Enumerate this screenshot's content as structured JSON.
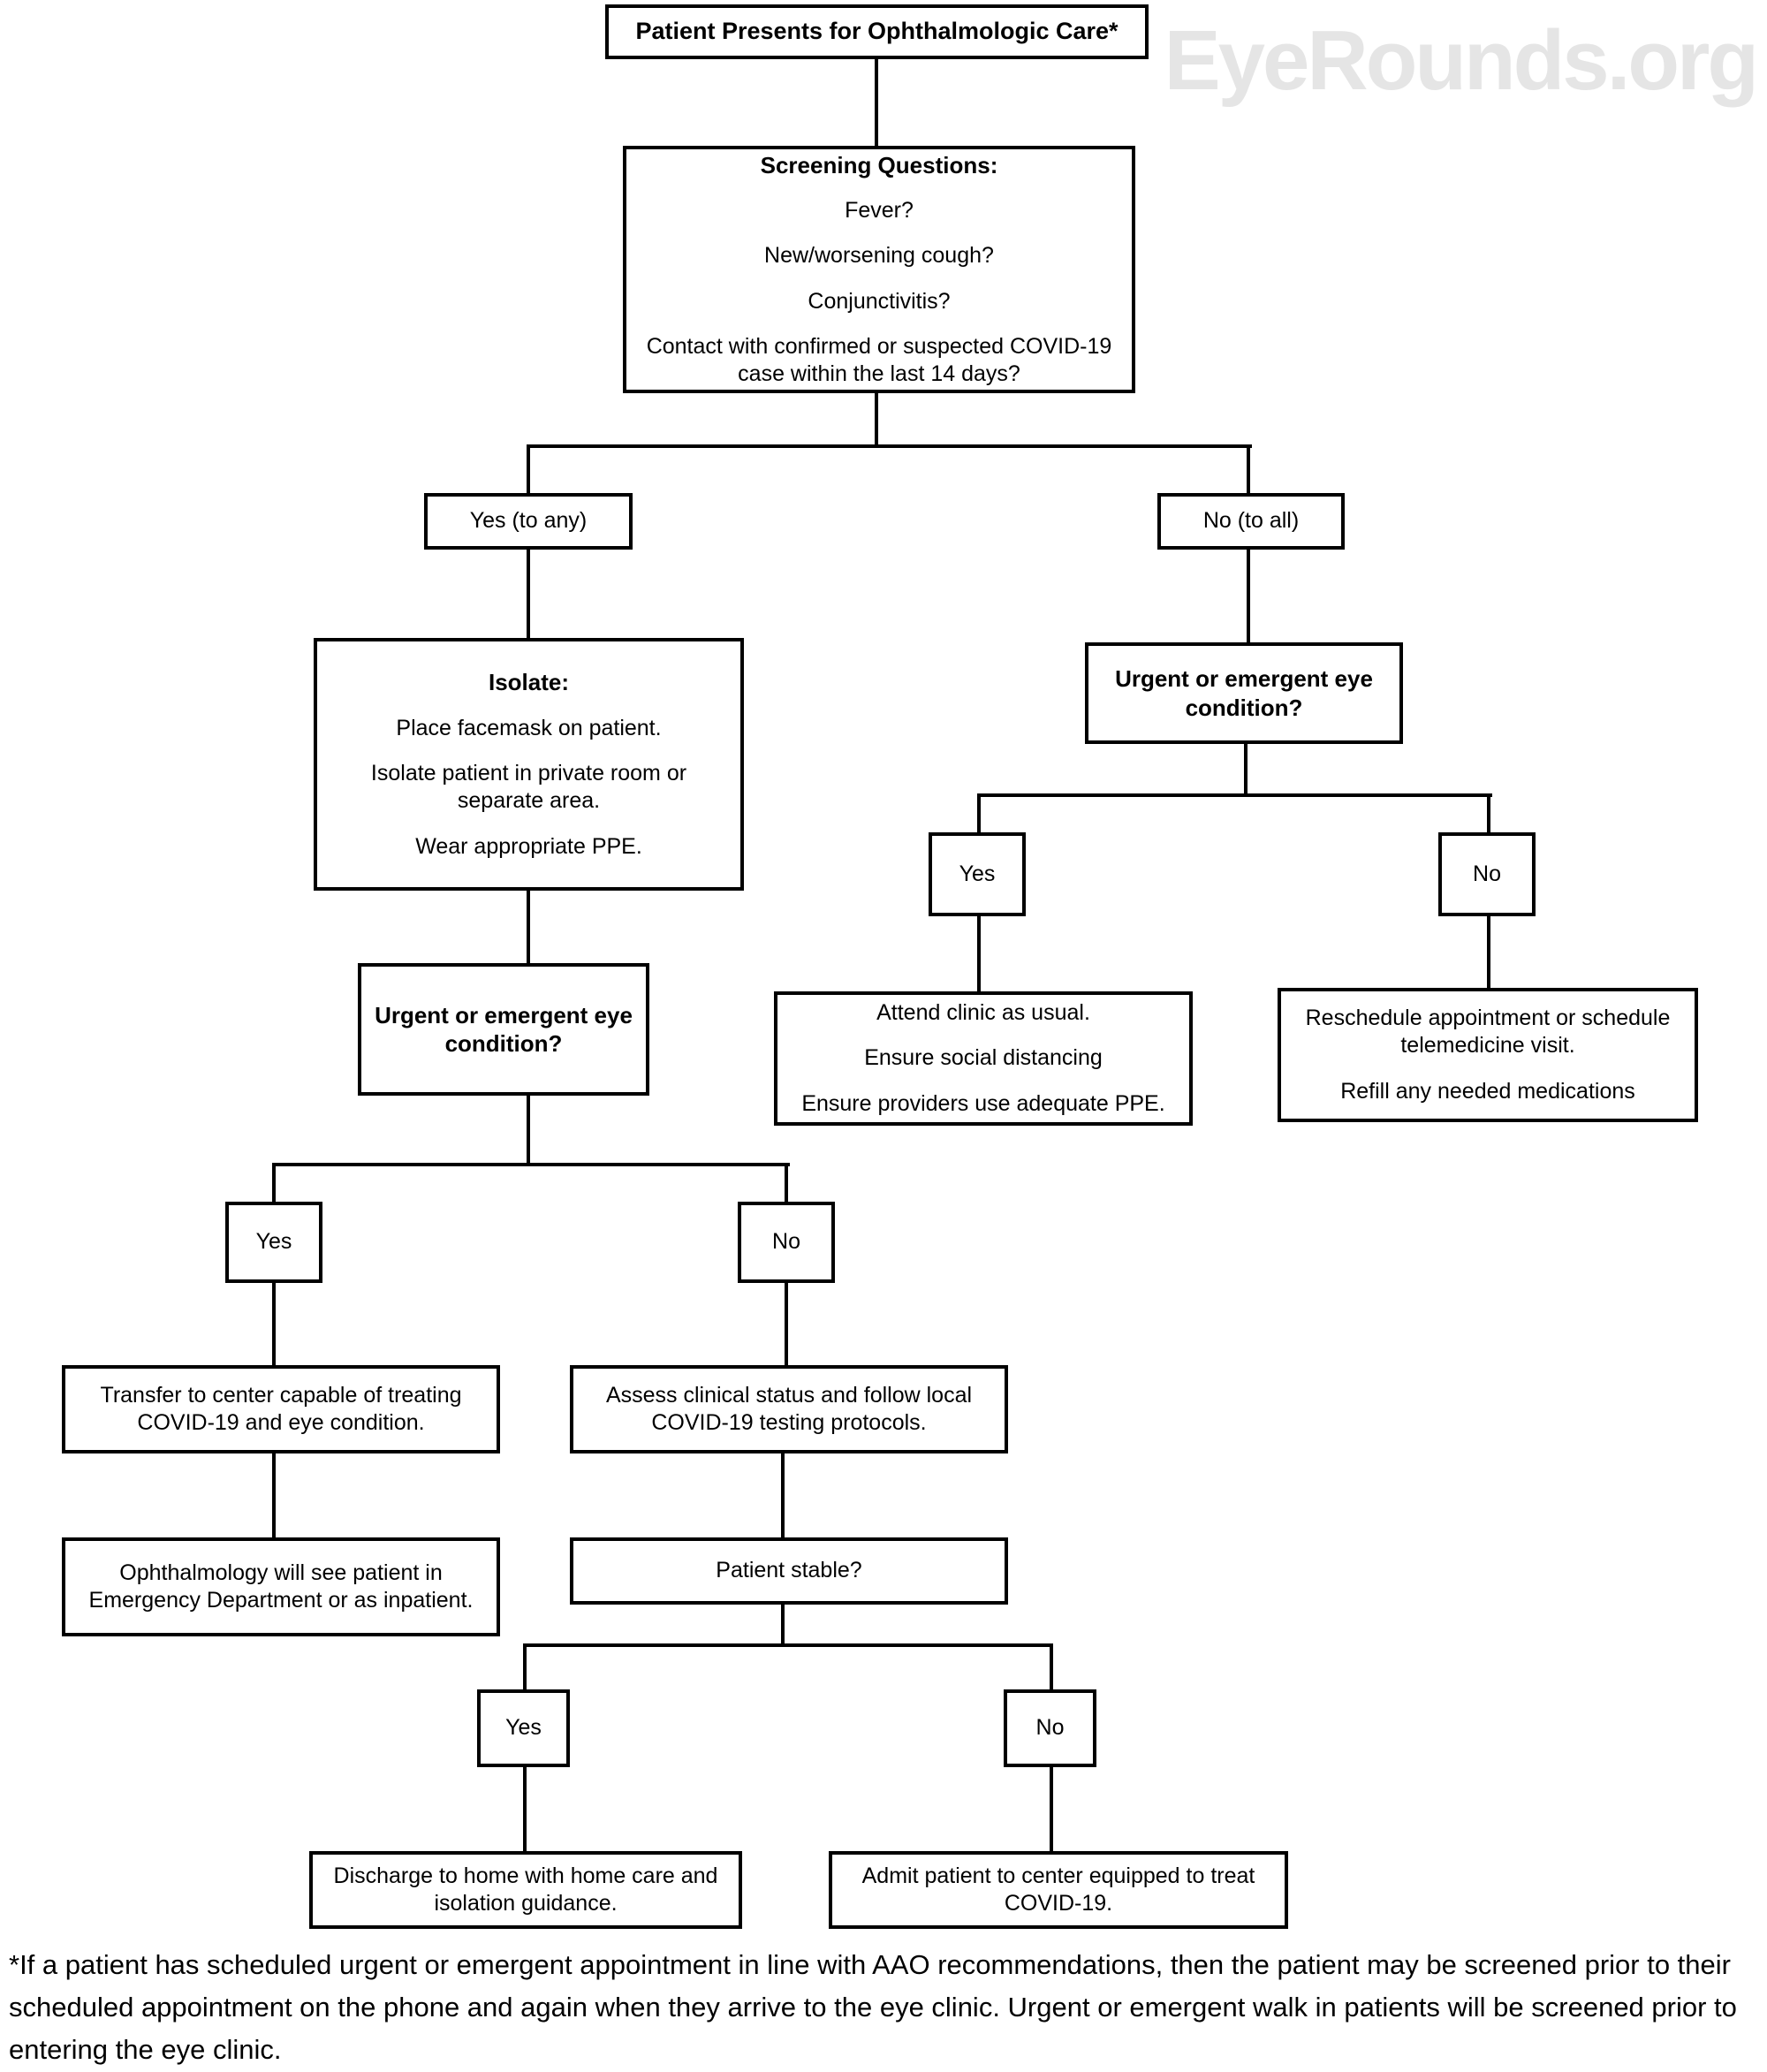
{
  "watermark": "EyeRounds.org",
  "colors": {
    "line": "#000000",
    "box_border": "#000000",
    "background": "#ffffff",
    "watermark_gray": "#e5e5e5"
  },
  "nodes": {
    "start": "Patient Presents for Ophthalmologic Care*",
    "screening": {
      "title": "Screening Questions:",
      "questions": [
        "Fever?",
        "New/worsening cough?",
        "Conjunctivitis?",
        "Contact with confirmed or suspected COVID-19 case within the last 14 days?"
      ]
    },
    "yes_to_any": "Yes (to any)",
    "no_to_all": "No (to all)",
    "isolate": {
      "title": "Isolate:",
      "steps": [
        "Place facemask on patient.",
        "Isolate patient in private room or separate area.",
        "Wear appropriate PPE."
      ]
    },
    "urgent_left": "Urgent or emergent eye condition?",
    "urgent_right": "Urgent or emergent eye condition?",
    "yes_right": "Yes",
    "no_right": "No",
    "attend_clinic": {
      "lines": [
        "Attend clinic as usual.",
        "Ensure social distancing",
        "Ensure providers use adequate PPE."
      ]
    },
    "reschedule": {
      "lines": [
        "Reschedule appointment or schedule telemedicine visit.",
        "Refill any needed medications"
      ]
    },
    "yes_left": "Yes",
    "no_left": "No",
    "transfer": "Transfer to center capable of treating COVID-19 and eye condition.",
    "assess": "Assess clinical status and follow local COVID-19 testing protocols.",
    "ophthalmology": "Ophthalmology will see patient in Emergency Department or as inpatient.",
    "patient_stable": "Patient stable?",
    "yes_bottom": "Yes",
    "no_bottom": "No",
    "discharge": "Discharge to home with home care and isolation guidance.",
    "admit": "Admit patient to center equipped to treat COVID-19."
  },
  "footnote": "*If a patient has scheduled urgent or emergent appointment in line with AAO recommendations, then the patient may be screened prior to their scheduled appointment on the phone and again when they arrive to the eye clinic. Urgent or emergent walk in patients will be screened prior to entering the eye clinic."
}
